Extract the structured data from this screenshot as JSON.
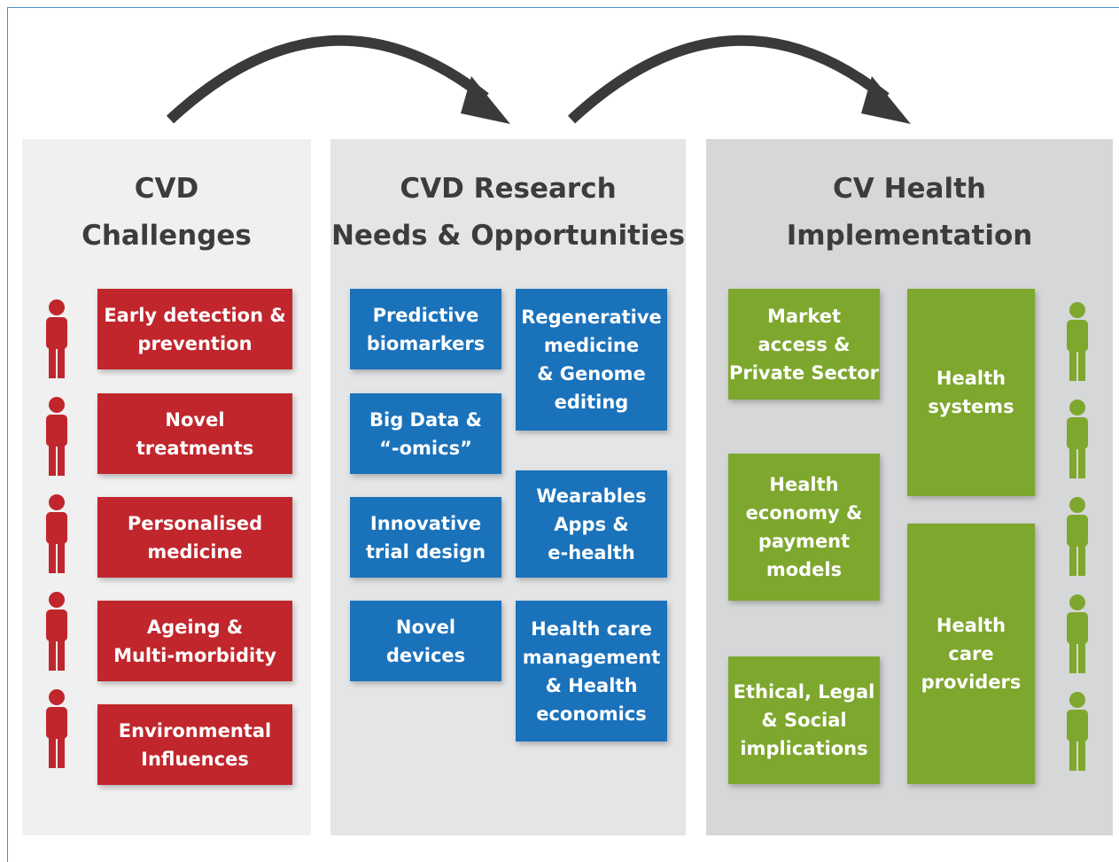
{
  "colors": {
    "challenge": "#c0262c",
    "research": "#1a72bb",
    "implementation": "#7ea72e",
    "arrow": "#3a3a3a"
  },
  "icons": {
    "flow_arrows": "curved-arrow-icon",
    "people": "person-icon"
  },
  "columns": {
    "challenges": {
      "title_line1": "CVD",
      "title_line2": "Challenges",
      "items": [
        {
          "line1": "Early detection &",
          "line2": "prevention"
        },
        {
          "line1": "Novel",
          "line2": "treatments"
        },
        {
          "line1": "Personalised",
          "line2": "medicine"
        },
        {
          "line1": "Ageing &",
          "line2": "Multi-morbidity"
        },
        {
          "line1": "Environmental",
          "line2": "Influences"
        }
      ]
    },
    "research": {
      "title_line1": "CVD Research",
      "title_line2": "Needs & Opportunities",
      "left_items": [
        {
          "line1": "Predictive",
          "line2": "biomarkers"
        },
        {
          "line1": "Big Data &",
          "line2": "“-omics”"
        },
        {
          "line1": "Innovative",
          "line2": "trial design"
        },
        {
          "line1": "Novel",
          "line2": "devices"
        }
      ],
      "right_items": [
        {
          "line1": "Regenerative",
          "line2": "medicine",
          "line3": "& Genome",
          "line4": "editing"
        },
        {
          "line1": "Wearables",
          "line2": "Apps &",
          "line3": "e-health"
        },
        {
          "line1": "Health care",
          "line2": "management",
          "line3": "& Health",
          "line4": "economics"
        }
      ]
    },
    "implementation": {
      "title_line1": "CV Health",
      "title_line2": "Implementation",
      "left_items": [
        {
          "line1": "Market",
          "line2": "access &",
          "line3": "Private Sector"
        },
        {
          "line1": "Health",
          "line2": "economy &",
          "line3": "payment",
          "line4": "models"
        },
        {
          "line1": "Ethical, Legal",
          "line2": "& Social",
          "line3": "implications"
        }
      ],
      "right_items": [
        {
          "line1": "Health",
          "line2": "systems"
        },
        {
          "line1": "Health",
          "line2": "care",
          "line3": "providers"
        }
      ]
    }
  }
}
